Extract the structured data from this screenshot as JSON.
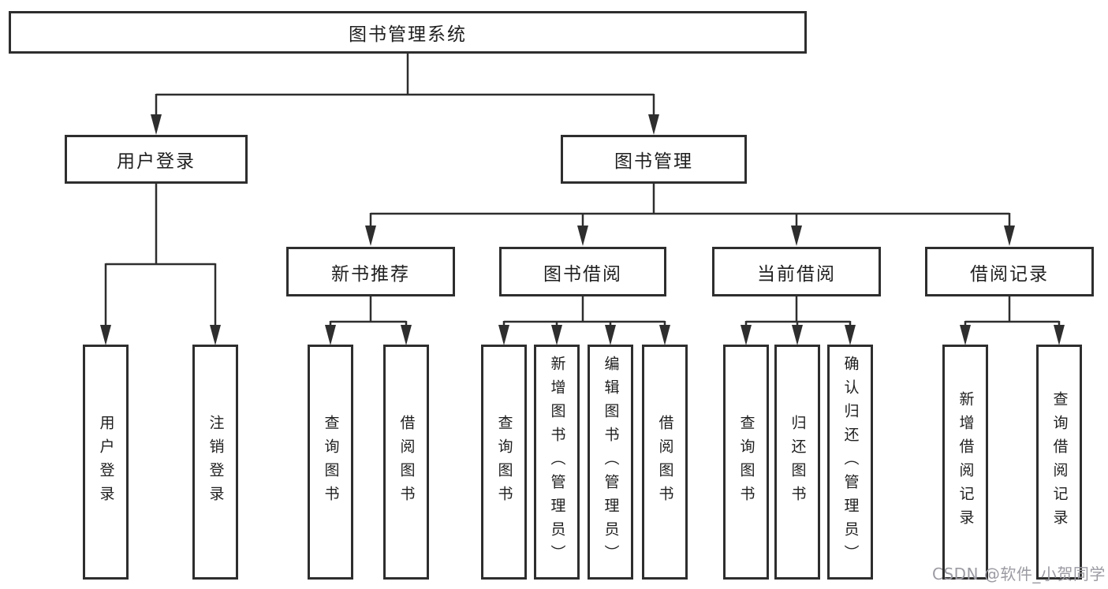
{
  "diagram": {
    "title": "图书管理系统",
    "level2": {
      "user_login": "用户登录",
      "book_management": "图书管理"
    },
    "level3": {
      "new_book_recommend": "新书推荐",
      "book_borrowing": "图书借阅",
      "current_borrowing": "当前借阅",
      "borrowing_records": "借阅记录"
    },
    "leaves": {
      "user_login": "用户登录",
      "logout": "注销登录",
      "query_book_recommend": "查询图书",
      "borrow_book_recommend": "借阅图书",
      "query_book_borrowing": "查询图书",
      "add_book_admin": "新增图书（管理员）",
      "edit_book_admin": "编辑图书（管理员）",
      "borrow_book_borrowing": "借阅图书",
      "query_book_current": "查询图书",
      "return_book": "归还图书",
      "confirm_return_admin": "确认归还（管理员）",
      "add_borrow_record": "新增借阅记录",
      "query_borrow_record": "查询借阅记录"
    }
  },
  "watermark": {
    "text": "CSDN @软件_小贺同学"
  },
  "colors": {
    "line": "#2e2e2e",
    "box_border": "#2e2e2e",
    "text": "#1f1f1f",
    "watermark": "#9b9ba3",
    "background": "#ffffff"
  }
}
